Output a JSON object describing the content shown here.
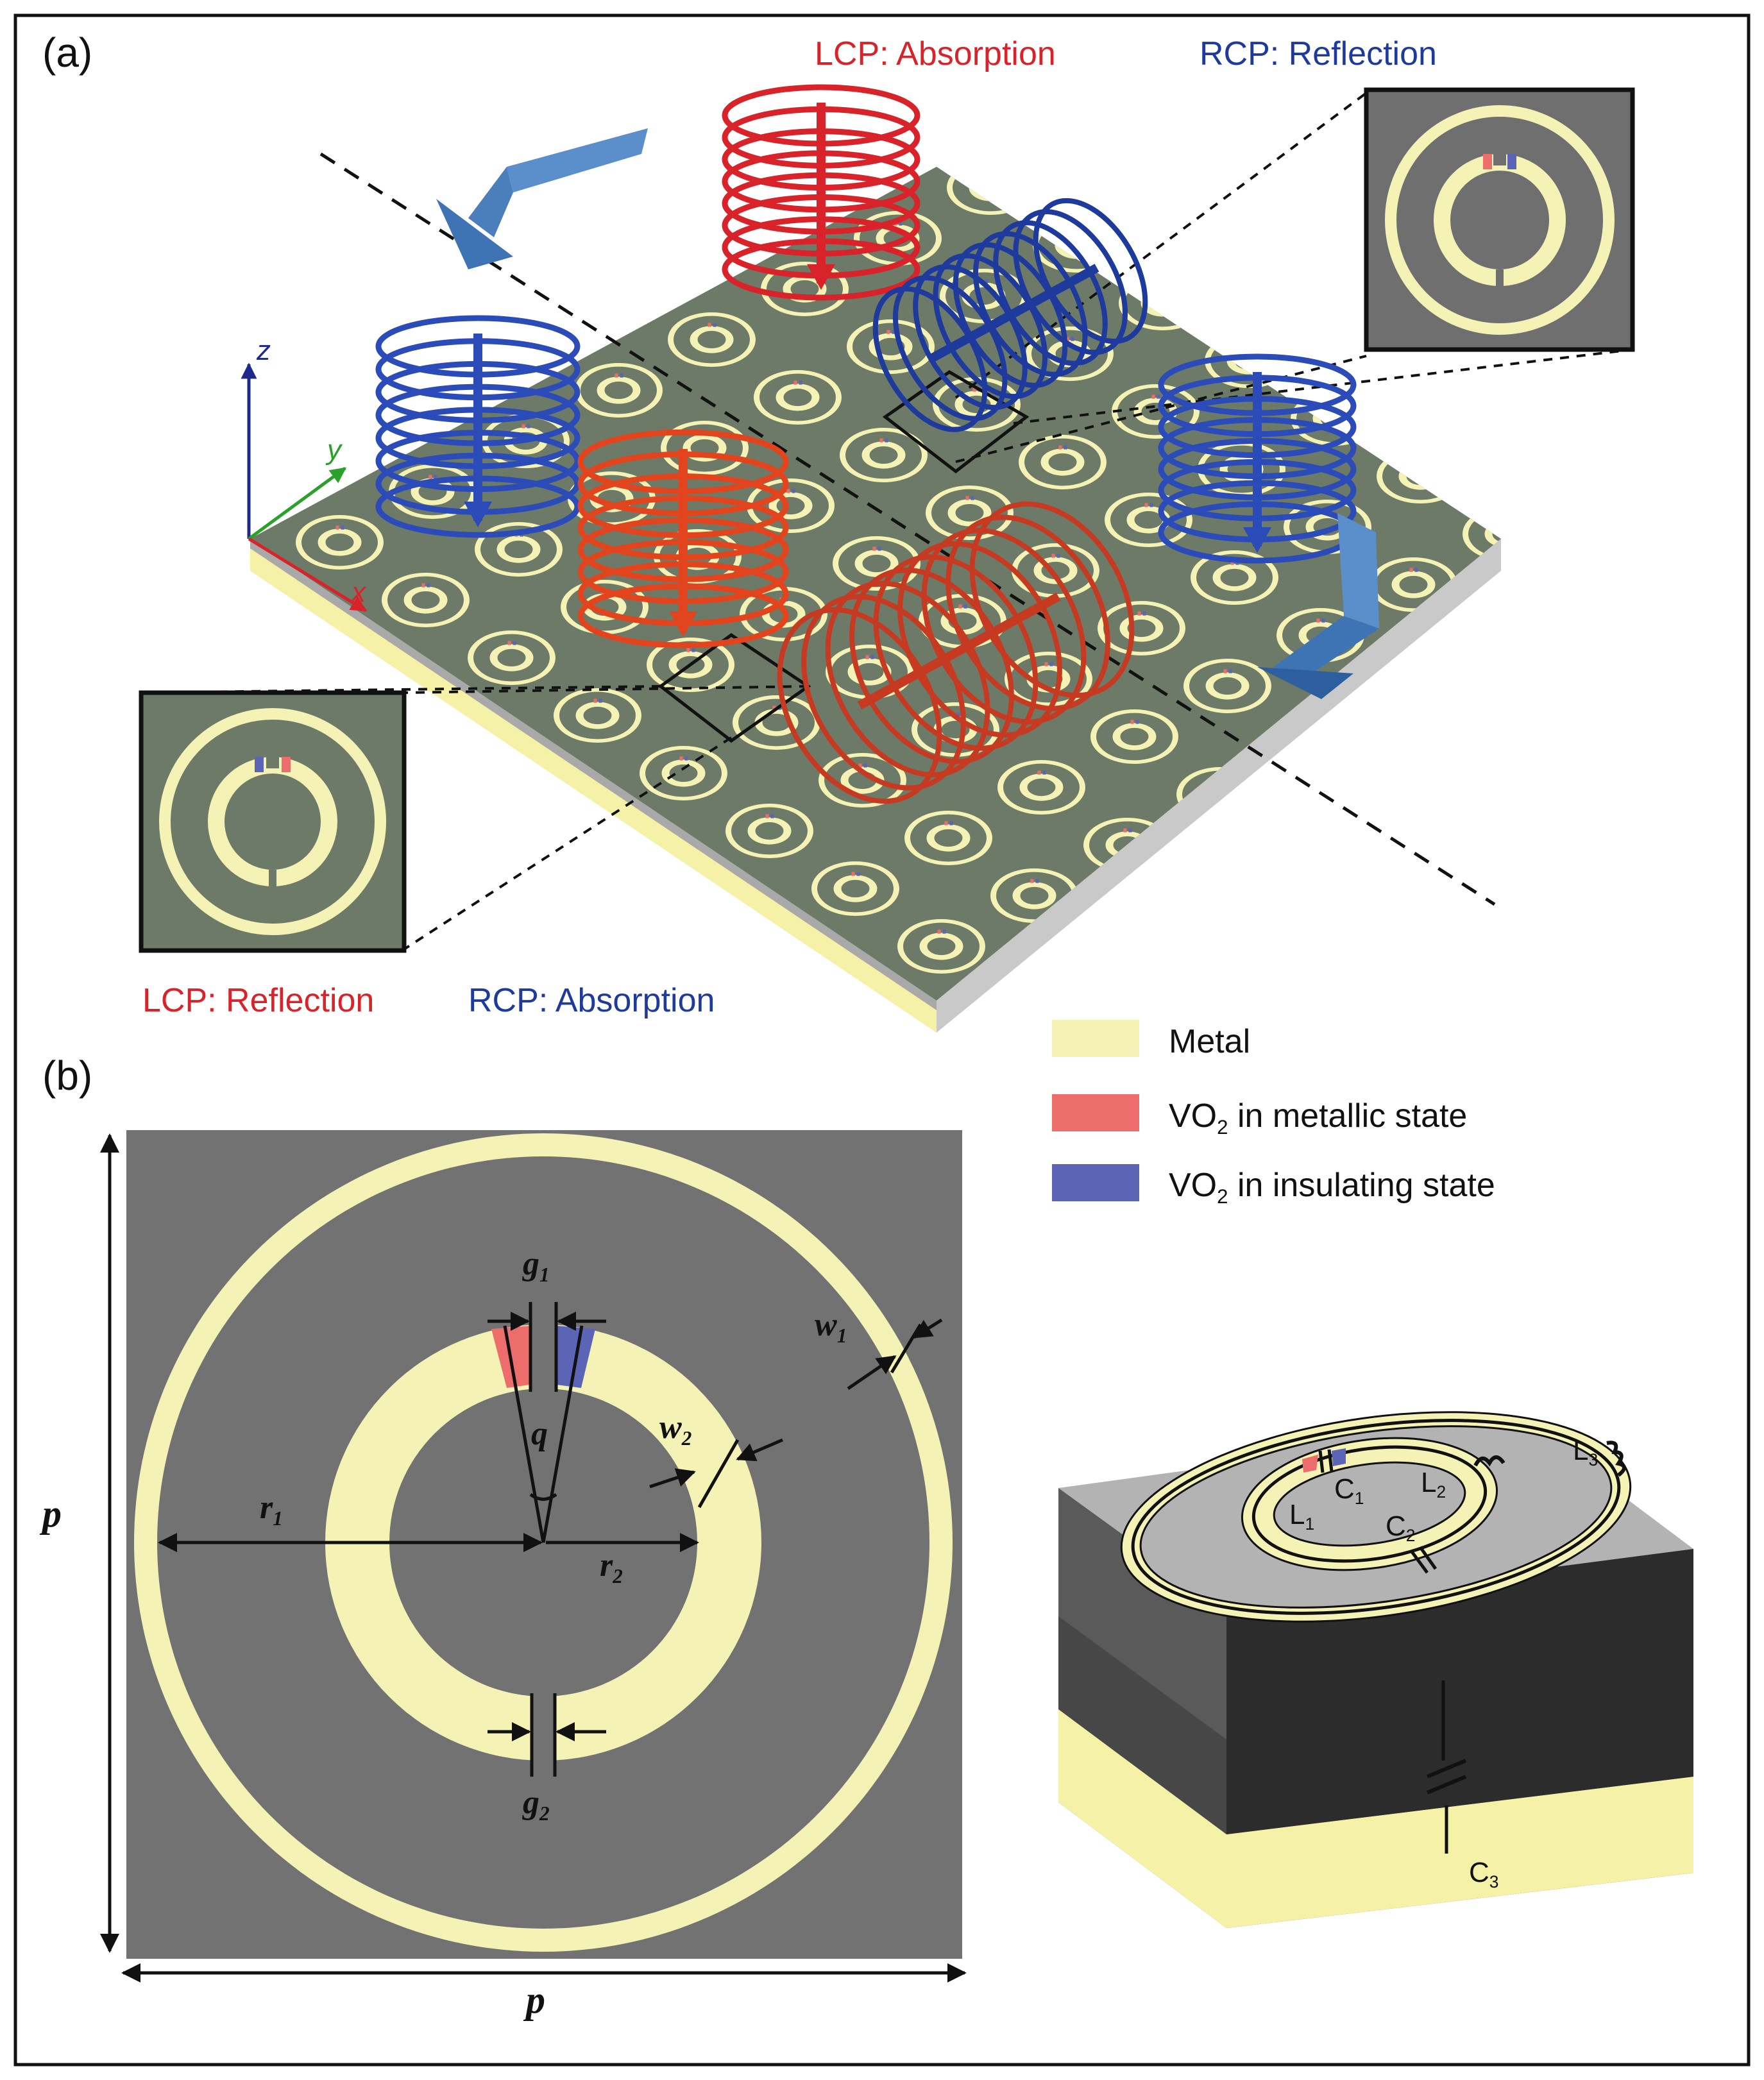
{
  "panels": {
    "a": {
      "label": "(a)"
    },
    "b": {
      "label": "(b)"
    }
  },
  "captions": {
    "lcp_absorption": "LCP: Absorption",
    "rcp_reflection": "RCP: Reflection",
    "lcp_reflection": "LCP: Reflection",
    "rcp_absorption": "RCP: Absorption"
  },
  "axes": {
    "x": "x",
    "y": "y",
    "z": "z"
  },
  "legend": [
    {
      "label": "Metal",
      "sub": "",
      "rest": "",
      "color": "#f4f2b4"
    },
    {
      "label": "VO",
      "sub": "2",
      "rest": " in metallic state",
      "color": "#ec6d6c"
    },
    {
      "label": "VO",
      "sub": "2",
      "rest": " in insulating state",
      "color": "#5c64b6"
    }
  ],
  "dimensions": {
    "p": "p",
    "r1": "r",
    "r1_sub": "1",
    "r2": "r",
    "r2_sub": "2",
    "g1": "g",
    "g1_sub": "1",
    "g2": "g",
    "g2_sub": "2",
    "w1": "w",
    "w1_sub": "1",
    "w2": "w",
    "w2_sub": "2",
    "q": "q"
  },
  "circuit": {
    "C1": "C",
    "C1_sub": "1",
    "C2": "C",
    "C2_sub": "2",
    "C3": "C",
    "C3_sub": "3",
    "L1": "L",
    "L1_sub": "1",
    "L2": "L",
    "L2_sub": "2",
    "L3": "L",
    "L3_sub": "3"
  },
  "colors": {
    "metal": "#f4f2b4",
    "vo2_metallic": "#ec6d6c",
    "vo2_insulating": "#5c64b6",
    "substrate_top": "#737373",
    "lcp": "#d8232a",
    "rcp": "#1d3a9c"
  }
}
